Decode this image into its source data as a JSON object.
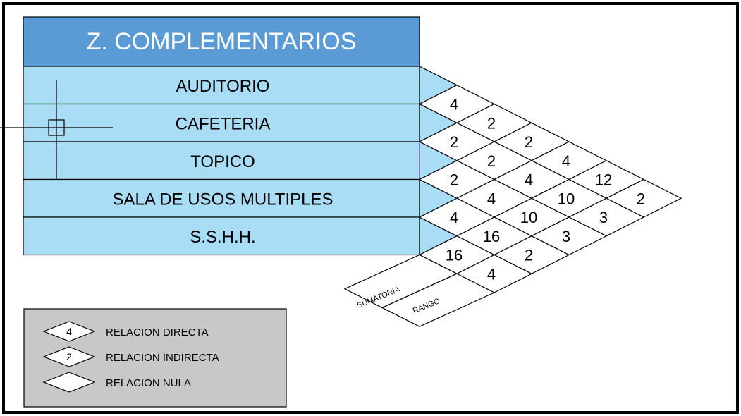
{
  "title": "Z. COMPLEMENTARIOS",
  "zones": [
    "AUDITORIO",
    "CAFETERIA",
    "TOPICO",
    "SALA DE USOS MULTIPLES",
    "S.S.H.H."
  ],
  "relations": [
    {
      "label": "AUDITORIO-CAFETERIA",
      "value": "4"
    },
    {
      "label": "AUDITORIO-TOPICO",
      "value": "2"
    },
    {
      "label": "AUDITORIO-SALA DE USOS MULTIPLES",
      "value": "2"
    },
    {
      "label": "AUDITORIO-S.S.H.H.",
      "value": "4"
    },
    {
      "label": "CAFETERIA-TOPICO",
      "value": "2"
    },
    {
      "label": "CAFETERIA-SALA DE USOS MULTIPLES",
      "value": "2"
    },
    {
      "label": "CAFETERIA-S.S.H.H.",
      "value": "4"
    },
    {
      "label": "TOPICO-SALA DE USOS MULTIPLES",
      "value": "2"
    },
    {
      "label": "TOPICO-S.S.H.H.",
      "value": "4"
    },
    {
      "label": "SALA DE USOS MULTIPLES-S.S.H.H.",
      "value": "4"
    }
  ],
  "sumatoria_label": "SUMATORIA",
  "rango_label": "RANGO",
  "sumatoria": [
    "12",
    "10",
    "10",
    "16",
    "16"
  ],
  "rango": [
    "2",
    "3",
    "3",
    "2",
    "4"
  ],
  "legend": [
    {
      "symbol": "4",
      "label": "RELACION DIRECTA"
    },
    {
      "symbol": "2",
      "label": "RELACION INDIRECTA"
    },
    {
      "symbol": "",
      "label": "RELACION NULA"
    }
  ],
  "colors": {
    "header_fill": "#5b9bd5",
    "row_fill": "#a9dcf5",
    "legend_fill": "#c8c8c8",
    "highlight_stroke": "#c03cc8"
  }
}
